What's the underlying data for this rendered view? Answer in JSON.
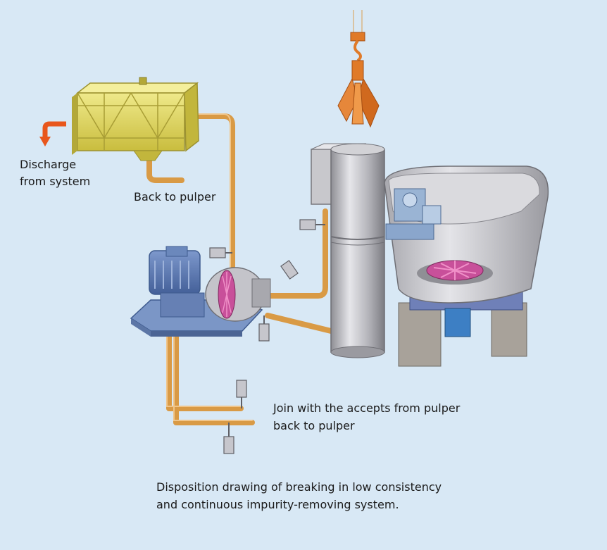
{
  "labels": {
    "discharge_line1": "Discharge",
    "discharge_line2": "from system",
    "back_to_pulper_top": "Back to pulper",
    "join_accepts": "Join with the accepts from pulper",
    "back_to_pulper_bottom": "back to pulper"
  },
  "caption": {
    "line1": "Disposition drawing of breaking in low consistency",
    "line2": "and continuous impurity-removing system."
  },
  "colors": {
    "background": "#d8e8f5",
    "pipe": "#d99a45",
    "screen_tank": "#d8cf5a",
    "motor": "#5d7bb5",
    "steel": "#b8b8bc",
    "grab_bucket": "#e07a28",
    "rotor": "#c8509a",
    "arrow": "#e8561c"
  },
  "icons": [
    "down-arrow-icon",
    "grab-bucket-icon",
    "valve-icon"
  ]
}
